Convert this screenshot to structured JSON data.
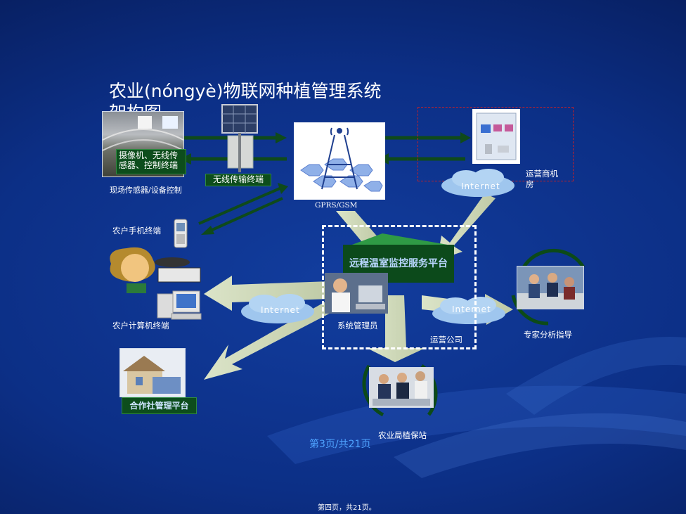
{
  "title": "农业(nóngyè)物联网种植管理系统架构图",
  "nodes": {
    "field_box": "摄像机、无线传感器、控制终端",
    "field_label": "现场传感器/设备控制",
    "wireless_box": "无线传输终端",
    "gprs_label": "GPRS/GSM",
    "operator_label": "运营商机房",
    "internet": "Internet",
    "farmer_phone": "农户手机终端",
    "farmer_pc": "农户计算机终端",
    "platform": "远程温室监控服务平台",
    "sysadmin": "系统管理员",
    "company": "运营公司",
    "expert": "专家分析指导",
    "coop": "合作社管理平台",
    "station": "农业局植保站"
  },
  "page_number": "第3页/共21页",
  "footer_text": "第四页，共21页。"
}
